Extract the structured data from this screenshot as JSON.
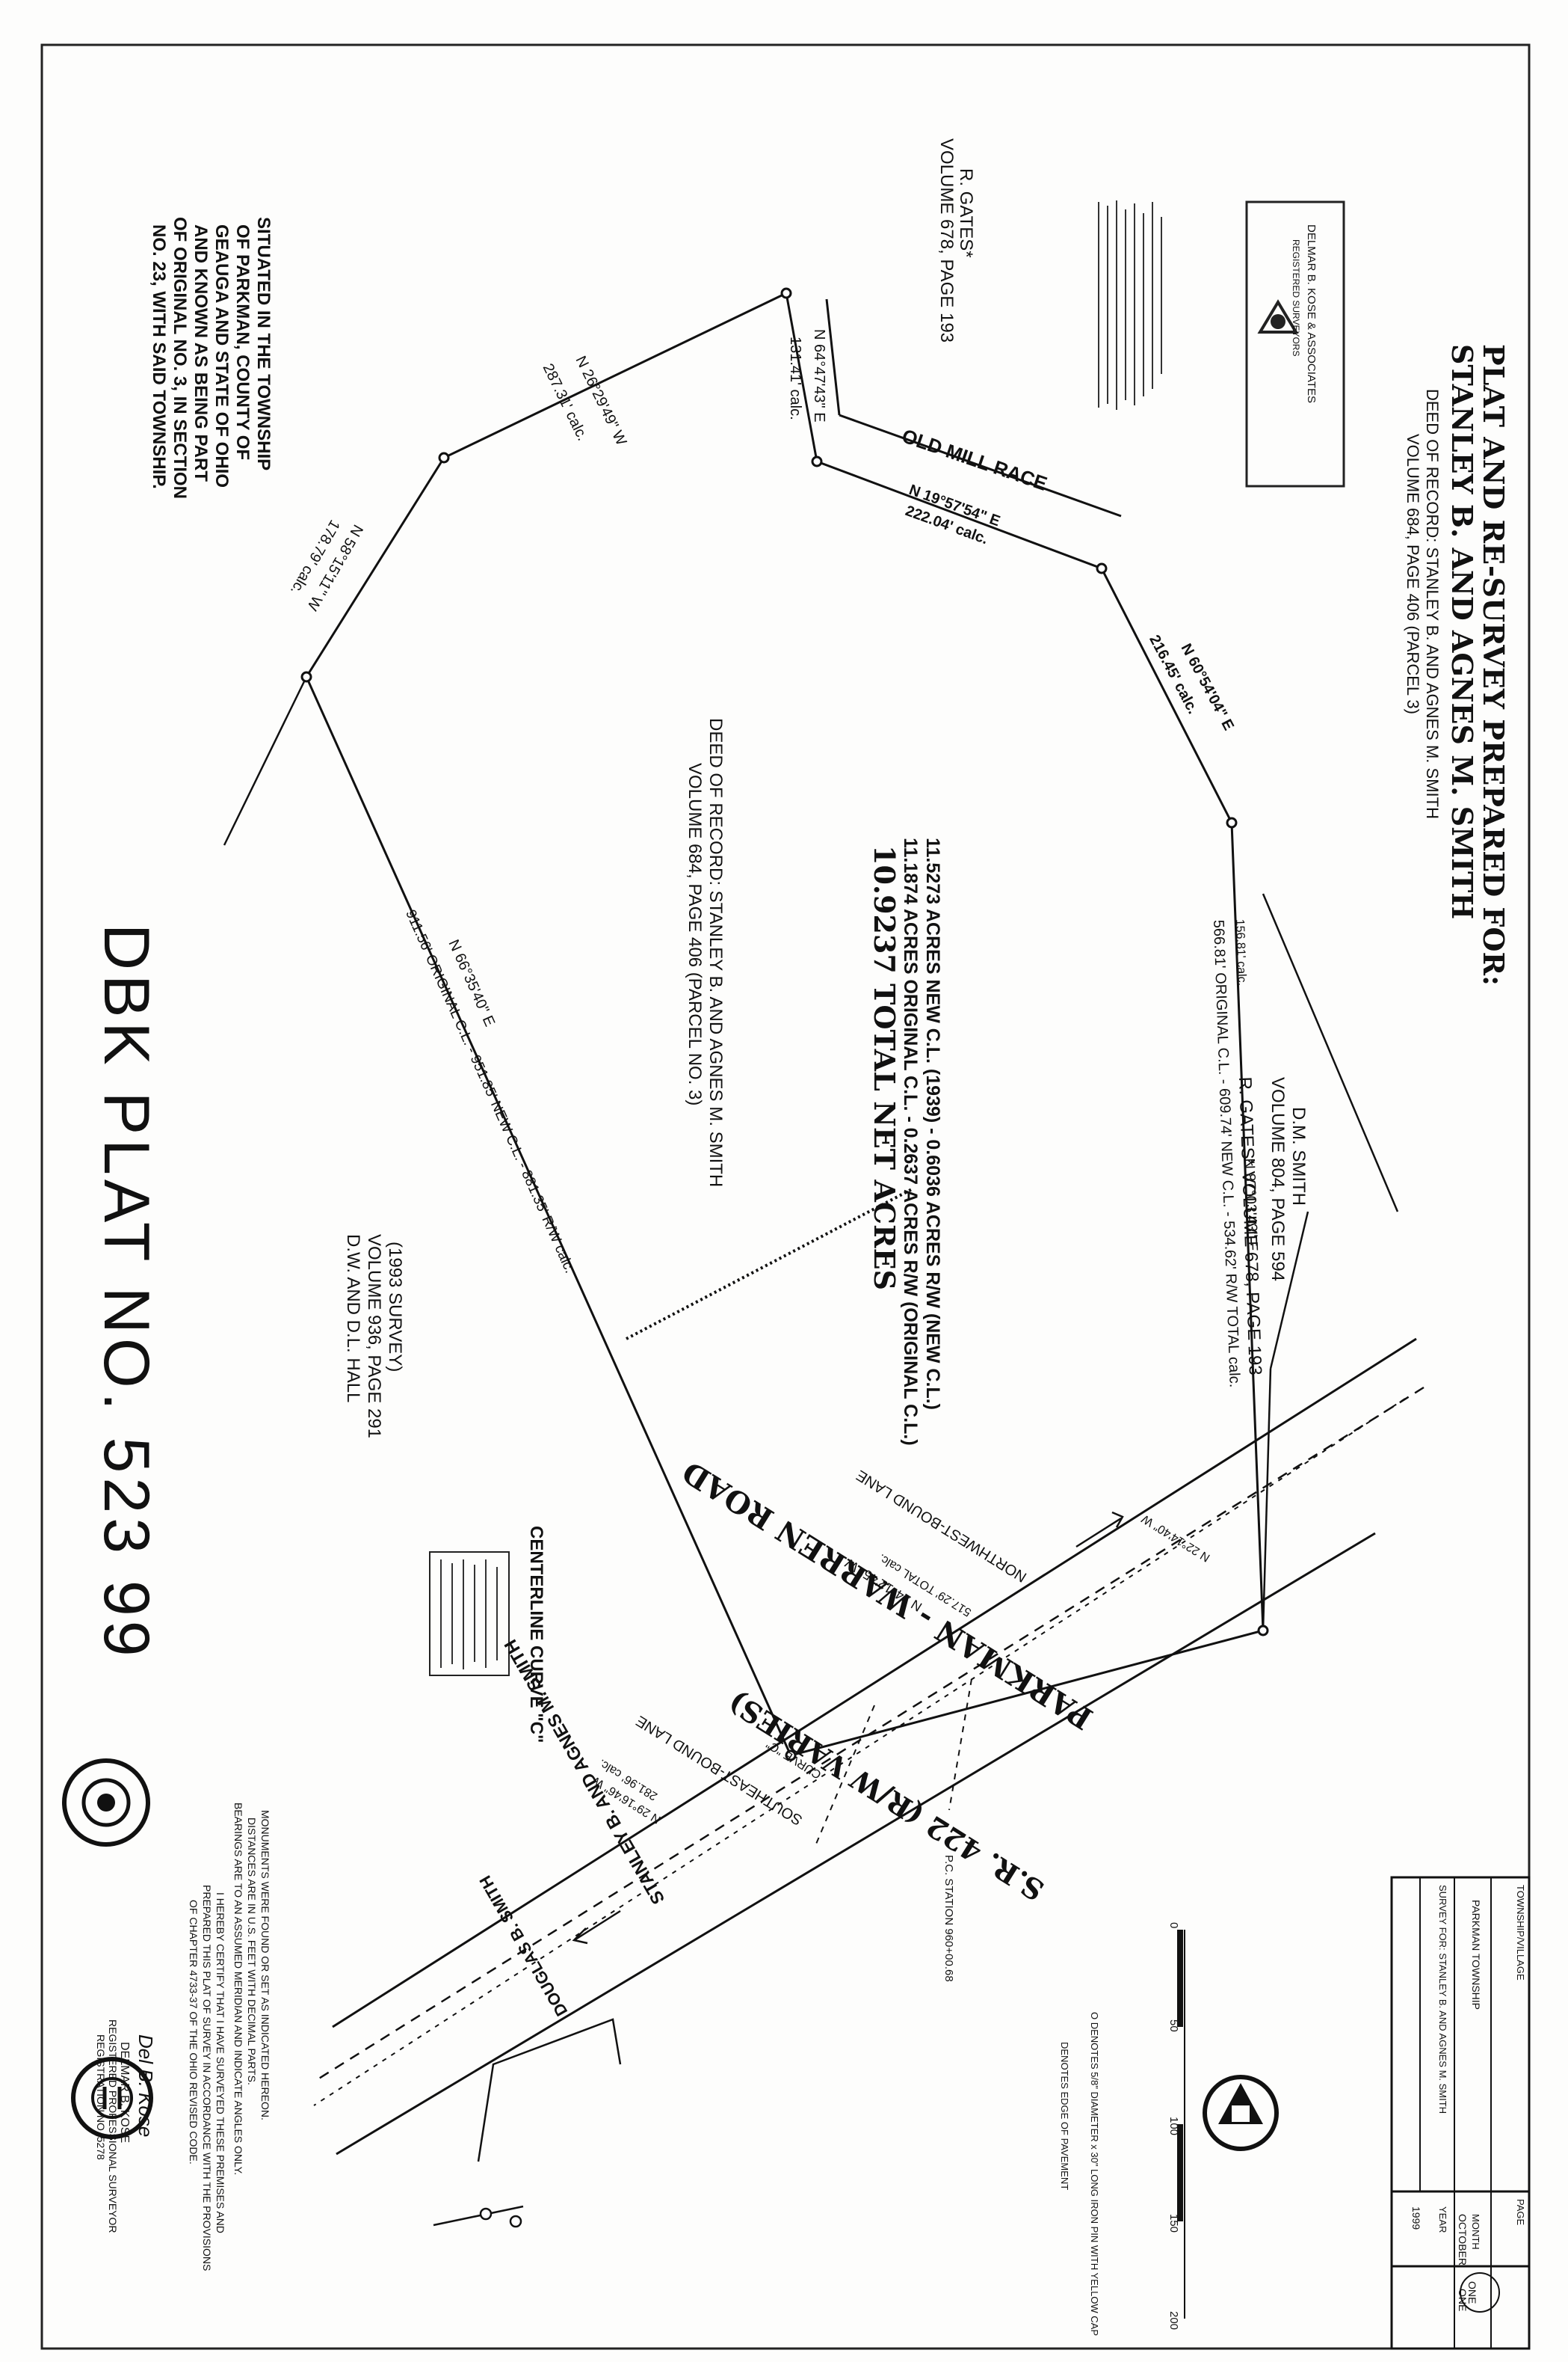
{
  "title": {
    "line1": "PLAT AND RE-SURVEY PREPARED FOR:",
    "line2": "STANLEY B. AND AGNES M. SMITH",
    "deed_line1": "DEED OF RECORD: STANLEY B. AND AGNES M. SMITH",
    "deed_line2": "VOLUME 684, PAGE 406 (PARCEL 3)"
  },
  "surveyor_stamp": {
    "line1": "DELMAR B. KOSE & ASSOCIATES",
    "line2": "REGISTERED SURVEYORS"
  },
  "situated": [
    "SITUATED IN THE TOWNSHIP",
    "OF PARKMAN, COUNTY OF",
    "GEAUGA AND STATE OF OHIO",
    "AND KNOWN AS BEING PART",
    "OF ORIGINAL NO. 3, IN SECTION",
    "NO. 23, WITH SAID TOWNSHIP."
  ],
  "labels": {
    "r_gates_top_1": "R. GATES*",
    "r_gates_top_2": "VOLUME 678, PAGE 193",
    "old_mill_race": "OLD MILL RACE",
    "dm_smith_1": "D.M. SMITH",
    "dm_smith_2": "VOLUME 804, PAGE 594",
    "r_gates_side": "R. GATES* VOLUME 678, PAGE 193",
    "deed_center_1": "DEED OF RECORD: STANLEY B. AND AGNES M. SMITH",
    "deed_center_2": "VOLUME 684, PAGE 406 (PARCEL NO. 3)",
    "hall_1": "D.W. AND D.L. HALL",
    "hall_2": "VOLUME 936, PAGE 291",
    "hall_3": "(1993 SURVEY)",
    "centerline_curve": "CENTERLINE CURVE \"C\"",
    "road_name": "PARKMAN - WARREN ROAD",
    "sr_422": "S.R. 422 (R/W VARIES)",
    "nw_lane": "NORTHWEST-BOUND LANE",
    "se_lane": "SOUTHEAST-BOUND LANE",
    "stanley_agnes": "STANLEY B. AND AGNES M. SMITH",
    "douglas_smith": "DOUGLAS B. SMITH",
    "pc_station": "P.C. STATION 960+00.68",
    "curve_c": "CURVE \"C\""
  },
  "acreage": {
    "line1": "11.5273 ACRES NEW C.L. (1939) - 0.6036 ACRES R/W (NEW C.L.)",
    "line2": "11.1874 ACRES ORIGINAL C.L. - 0.2637 ACRES R/W (ORIGINAL C.L.)",
    "total": "10.9237 TOTAL NET ACRES"
  },
  "bearings": {
    "b1": "N 26°29'49\" W",
    "d1": "287.31' calc.",
    "b2": "N 64°47'43\" E",
    "d2": "131.41' calc.",
    "b3": "N 19°57'54\" E",
    "d3": "222.04' calc.",
    "b4": "N 60°54'04\" E",
    "d4": "216.45' calc.",
    "b5": "N 58°15'11\" W",
    "d5": "178.79' calc.",
    "b6": "N 66°35'40\" E",
    "d6": "911.56' ORIGINAL C.L. - 951.85' NEW C.L. - 881.35' R/W calc.",
    "b7": "N 87°03'43\" E",
    "d7": "566.81' ORIGINAL C.L. - 609.74' NEW C.L. - 534.62' R/W TOTAL calc.",
    "d7b": "156.81' calc.",
    "b8": "N 24°12'45\" W",
    "d8": "517.29' TOTAL calc.",
    "b9": "N 22°14'40\" W",
    "b10": "N 29°16'46\" W",
    "d10": "281.96' calc."
  },
  "notes": {
    "monuments_1": "MONUMENTS WERE FOUND OR SET AS INDICATED HEREON.",
    "monuments_2": "DISTANCES ARE IN U.S. FEET WITH DECIMAL PARTS.",
    "monuments_3": "BEARINGS ARE TO AN ASSUMED MERIDIAN AND INDICATE ANGLES ONLY.",
    "certify_1": "I HEREBY CERTIFY THAT I HAVE SURVEYED THESE PREMISES AND",
    "certify_2": "PREPARED THIS PLAT OF SURVEY IN ACCORDANCE WITH THE PROVISIONS",
    "certify_3": "OF CHAPTER 4733-37 OF THE OHIO REVISED CODE.",
    "surveyor_name": "DELMAR B. KOSE",
    "surveyor_title": "REGISTERED PROFESSIONAL SURVEYOR",
    "registration": "REGISTRATION NO. 5278",
    "signature": "Del B. Kose"
  },
  "handwritten_plat": "DBK PLAT NO. 523 99",
  "title_block": {
    "township": "TOWNSHIP/VILLAGE",
    "township_value": "PARKMAN TOWNSHIP",
    "survey_for": "SURVEY FOR: STANLEY B. AND AGNES M. SMITH",
    "month_label": "MONTH",
    "month_value": "OCTOBER",
    "year_label": "YEAR",
    "year_value": "1999",
    "page_label": "PAGE",
    "page_value": "ONE",
    "of_value": "ONE"
  },
  "scale": {
    "ticks": [
      "0",
      "50",
      "100",
      "150",
      "200"
    ]
  },
  "legend": {
    "found": "O DENOTES 5/8\" DIAMETER x 30\" LONG IRON PIN WITH YELLOW CAP",
    "railroad": "DENOTES EDGE OF PAVEMENT"
  },
  "colors": {
    "ink": "#1a1a1a",
    "paper": "#fdfdfc"
  }
}
